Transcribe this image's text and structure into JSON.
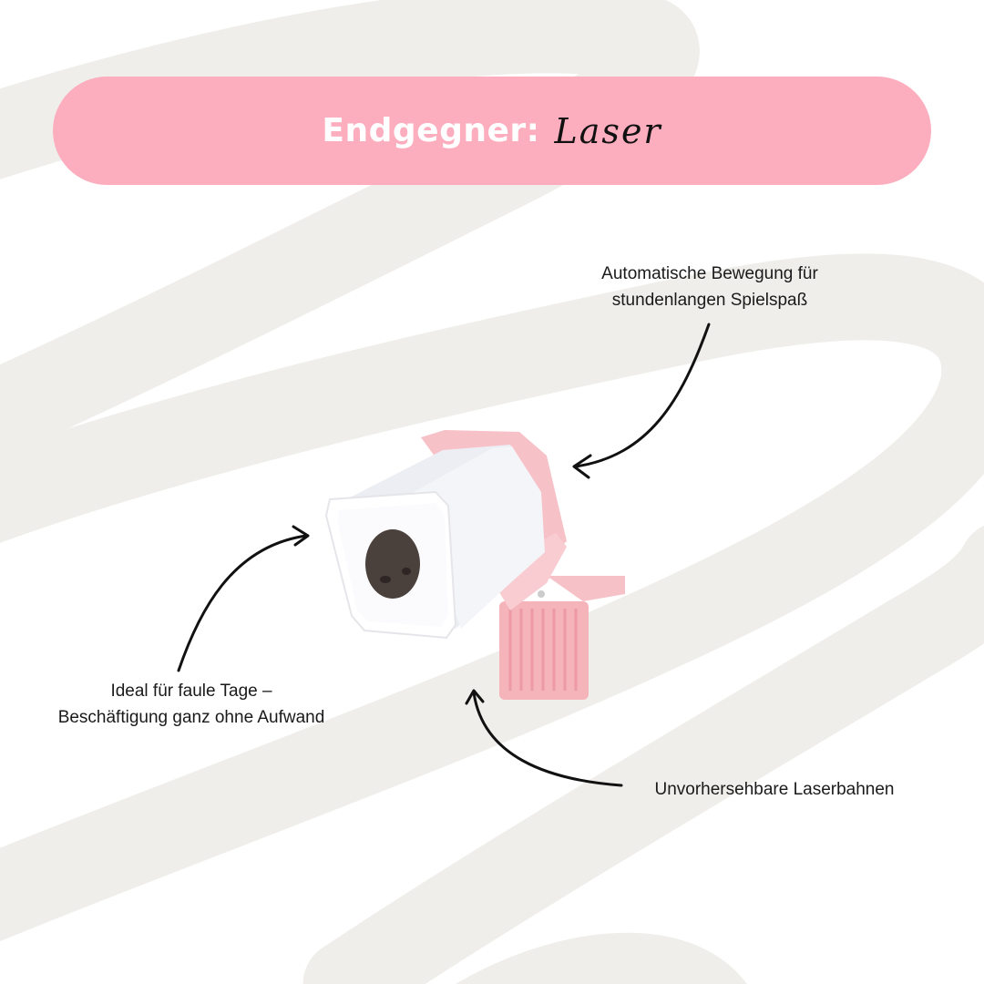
{
  "banner": {
    "title_prefix": "Endgegner:",
    "title_accent": "Laser",
    "color": "#fcadbe"
  },
  "callouts": {
    "top": {
      "line1": "Automatische Bewegung für",
      "line2": "stundenlangen Spielspaß"
    },
    "left": {
      "line1": "Ideal für faule Tage –",
      "line2": "Beschäftigung ganz ohne Aufwand"
    },
    "right": {
      "line1": "Unvorhersehbare Laserbahnen"
    }
  },
  "colors": {
    "background": "#ffffff",
    "swirl": "#efeeea",
    "device_body": "#ffffff",
    "device_accent": "#f7c1c8",
    "lens": "#4a403c"
  },
  "icons": [
    "arrow-top-icon",
    "arrow-left-icon",
    "arrow-right-icon",
    "laser-toy-image"
  ]
}
